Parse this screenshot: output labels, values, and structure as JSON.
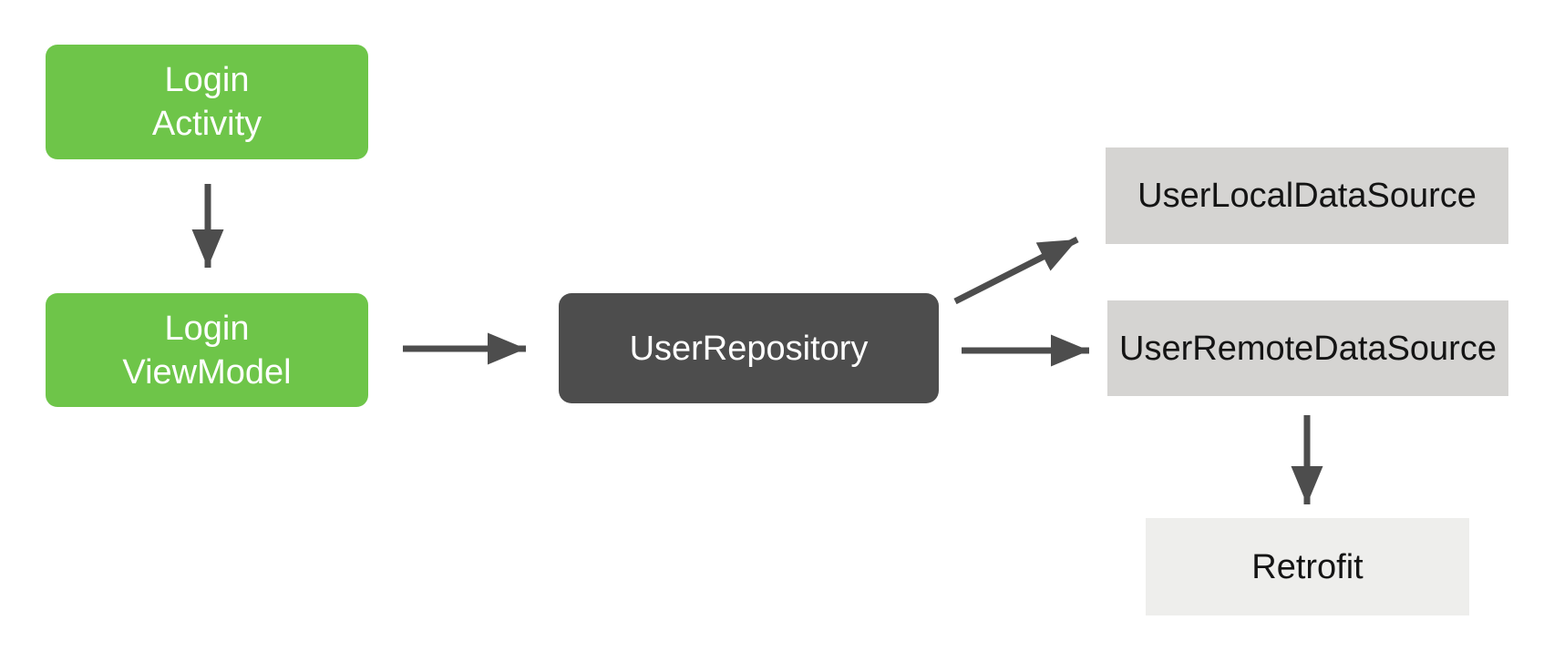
{
  "diagram": {
    "type": "architecture-flow-diagram",
    "background_color": "#FFFFFF",
    "arrow_color": "#4D4D4D",
    "nodes": [
      {
        "id": "login-activity",
        "line1": "Login",
        "line2": "Activity",
        "bg_color": "#6EC549",
        "text_color": "#FFFFFF",
        "shape": "rounded-rect"
      },
      {
        "id": "login-viewmodel",
        "line1": "Login",
        "line2": "ViewModel",
        "bg_color": "#6EC549",
        "text_color": "#FFFFFF",
        "shape": "rounded-rect"
      },
      {
        "id": "user-repository",
        "label": "UserRepository",
        "bg_color": "#4D4D4D",
        "text_color": "#FFFFFF",
        "shape": "rounded-rect"
      },
      {
        "id": "user-local-datasource",
        "label": "UserLocalDataSource",
        "bg_color": "#D5D4D2",
        "text_color": "#141414",
        "shape": "rect"
      },
      {
        "id": "user-remote-datasource",
        "label": "UserRemoteDataSource",
        "bg_color": "#D5D4D2",
        "text_color": "#141414",
        "shape": "rect"
      },
      {
        "id": "retrofit",
        "label": "Retrofit",
        "bg_color": "#EEEEEC",
        "text_color": "#141414",
        "shape": "rect"
      }
    ],
    "edges": [
      {
        "from": "login-activity",
        "to": "login-viewmodel",
        "direction": "down"
      },
      {
        "from": "login-viewmodel",
        "to": "user-repository",
        "direction": "right"
      },
      {
        "from": "user-repository",
        "to": "user-local-datasource",
        "direction": "up-right"
      },
      {
        "from": "user-repository",
        "to": "user-remote-datasource",
        "direction": "right"
      },
      {
        "from": "user-remote-datasource",
        "to": "retrofit",
        "direction": "down"
      }
    ]
  }
}
